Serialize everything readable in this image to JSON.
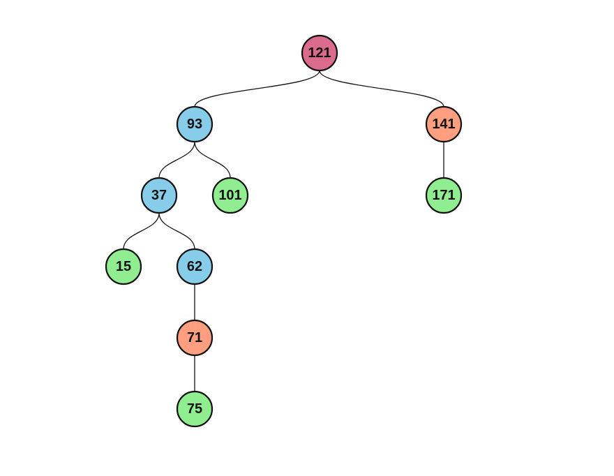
{
  "colors": {
    "root": "#db6b8e",
    "internal": "#87cdea",
    "single_child": "#ff9f7f",
    "leaf": "#90ee90"
  },
  "tree": {
    "nodes": [
      {
        "id": "n121",
        "label": "121",
        "kind": "root",
        "parent": null
      },
      {
        "id": "n93",
        "label": "93",
        "kind": "internal",
        "parent": "n121"
      },
      {
        "id": "n141",
        "label": "141",
        "kind": "single_child",
        "parent": "n121"
      },
      {
        "id": "n37",
        "label": "37",
        "kind": "internal",
        "parent": "n93"
      },
      {
        "id": "n101",
        "label": "101",
        "kind": "leaf",
        "parent": "n93"
      },
      {
        "id": "n171",
        "label": "171",
        "kind": "leaf",
        "parent": "n141"
      },
      {
        "id": "n15",
        "label": "15",
        "kind": "leaf",
        "parent": "n37"
      },
      {
        "id": "n62",
        "label": "62",
        "kind": "internal",
        "parent": "n37"
      },
      {
        "id": "n71",
        "label": "71",
        "kind": "single_child",
        "parent": "n62"
      },
      {
        "id": "n75",
        "label": "75",
        "kind": "leaf",
        "parent": "n71"
      }
    ]
  }
}
